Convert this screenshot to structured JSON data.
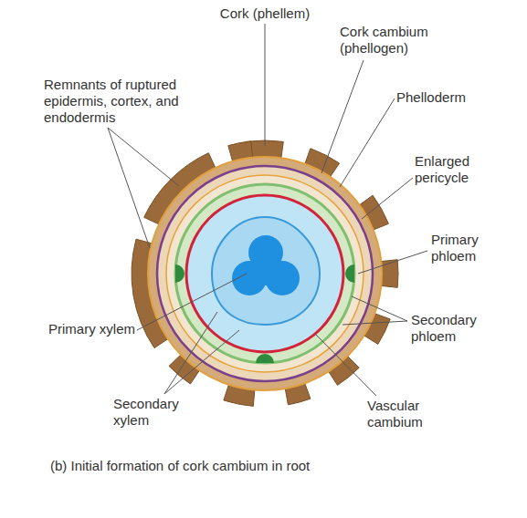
{
  "diagram": {
    "caption": "(b) Initial formation of cork cambium in root",
    "labels": [
      "Cork (phellem)",
      "Cork cambium (phellogen)",
      "Remnants of ruptured epidermis, cortex, and endodermis",
      "Phelloderm",
      "Enlarged pericycle",
      "Primary phloem",
      "Secondary phloem",
      "Primary xylem",
      "Secondary xylem",
      "Vascular cambium"
    ]
  }
}
